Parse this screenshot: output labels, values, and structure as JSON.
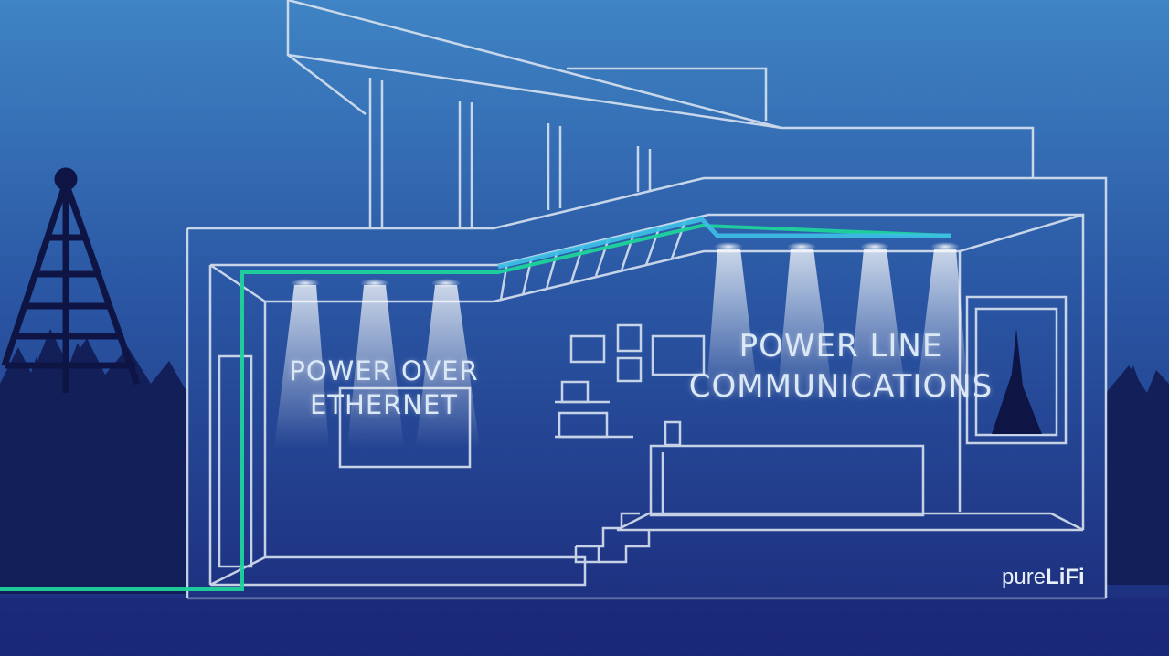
{
  "labels": {
    "left": [
      "POWER OVER",
      "ETHERNET"
    ],
    "right": [
      "POWER LINE",
      "COMMUNICATIONS"
    ]
  },
  "logo": {
    "prefix": "pure",
    "suffix": "LiFi"
  },
  "colors": {
    "sky_top": "#3f84c4",
    "sky_bottom": "#1b2a7a",
    "outline": "#d8e2f0",
    "ethernet_cable": "#1fd39a",
    "powerline_cable": "#3cc0e6",
    "trees": "#101a4a"
  }
}
